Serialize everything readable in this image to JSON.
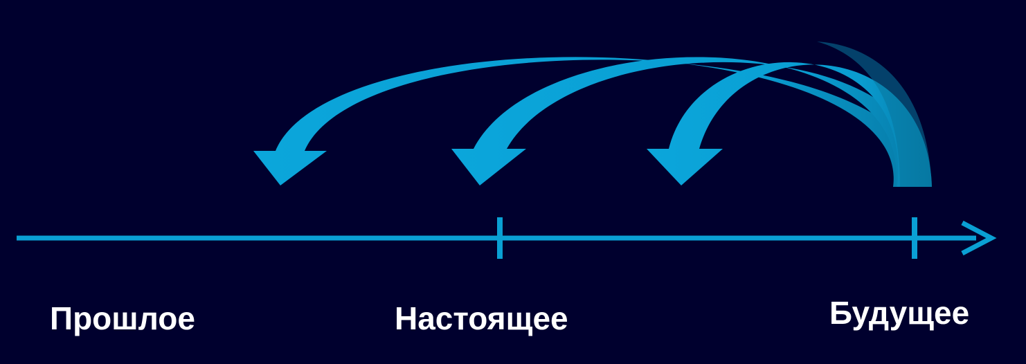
{
  "timeline": {
    "labels": {
      "past": "Прошлое",
      "present": "Настоящее",
      "future": "Будущее"
    }
  },
  "colors": {
    "background": "#00002e",
    "timeline": "#0aa0d4",
    "arrow_fill": "#0a9fd3",
    "arrow_shade": "#077fab",
    "text": "#ffffff"
  }
}
